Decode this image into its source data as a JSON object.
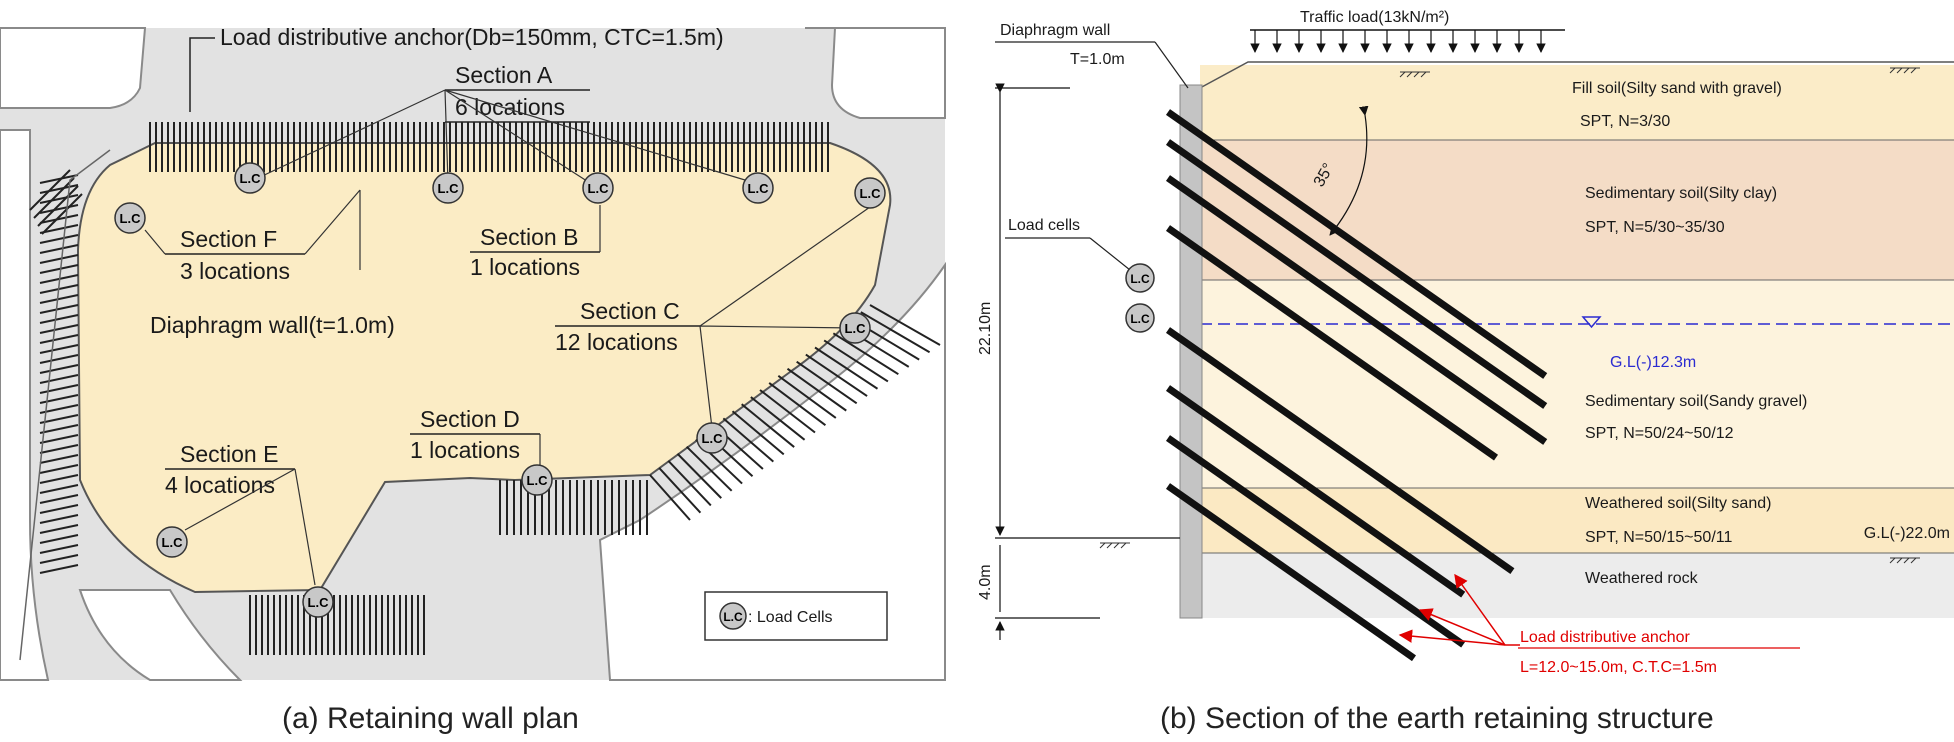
{
  "plan": {
    "top_label": "Load distributive anchor(Db=150mm, CTC=1.5m)",
    "wall_label": "Diaphragm wall(t=1.0m)",
    "sections": [
      {
        "name": "Section A",
        "count": "6 locations"
      },
      {
        "name": "Section B",
        "count": "1 locations"
      },
      {
        "name": "Section C",
        "count": "12 locations"
      },
      {
        "name": "Section D",
        "count": "1 locations"
      },
      {
        "name": "Section E",
        "count": "4 locations"
      },
      {
        "name": "Section F",
        "count": "3 locations"
      }
    ],
    "load_cell_symbol": "L.C",
    "legend_text": ": Load Cells",
    "caption": "(a) Retaining wall plan"
  },
  "section": {
    "traffic_load": "Traffic load(13kN/m²)",
    "wall_title": "Diaphragm wall",
    "wall_thickness": "T=1.0m",
    "load_cells_label": "Load cells",
    "load_cell_symbol": "L.C",
    "dim_upper": "22.10m",
    "dim_lower": "4.0m",
    "angle": "35°",
    "water_level": "G.L(-)12.3m",
    "bottom_level": "G.L(-)22.0m",
    "layers": [
      {
        "name": "Fill soil(Silty sand with gravel)",
        "spt": "SPT, N=3/30",
        "color": "#fbecc8"
      },
      {
        "name": "Sedimentary soil(Silty clay)",
        "spt": "SPT, N=5/30~35/30",
        "color": "#f4dcc6"
      },
      {
        "name": "Sedimentary soil(Sandy gravel)",
        "spt": "SPT, N=50/24~50/12",
        "color": "#fdf3dd"
      },
      {
        "name": "Weathered soil(Silty sand)",
        "spt": "SPT, N=50/15~50/11",
        "color": "#fbe9c3"
      },
      {
        "name": "Weathered rock",
        "spt": "",
        "color": "#ececec"
      }
    ],
    "anchor_label": "Load distributive anchor",
    "anchor_spec": "L=12.0~15.0m, C.T.C=1.5m",
    "caption": "(b) Section of the earth retaining structure"
  }
}
